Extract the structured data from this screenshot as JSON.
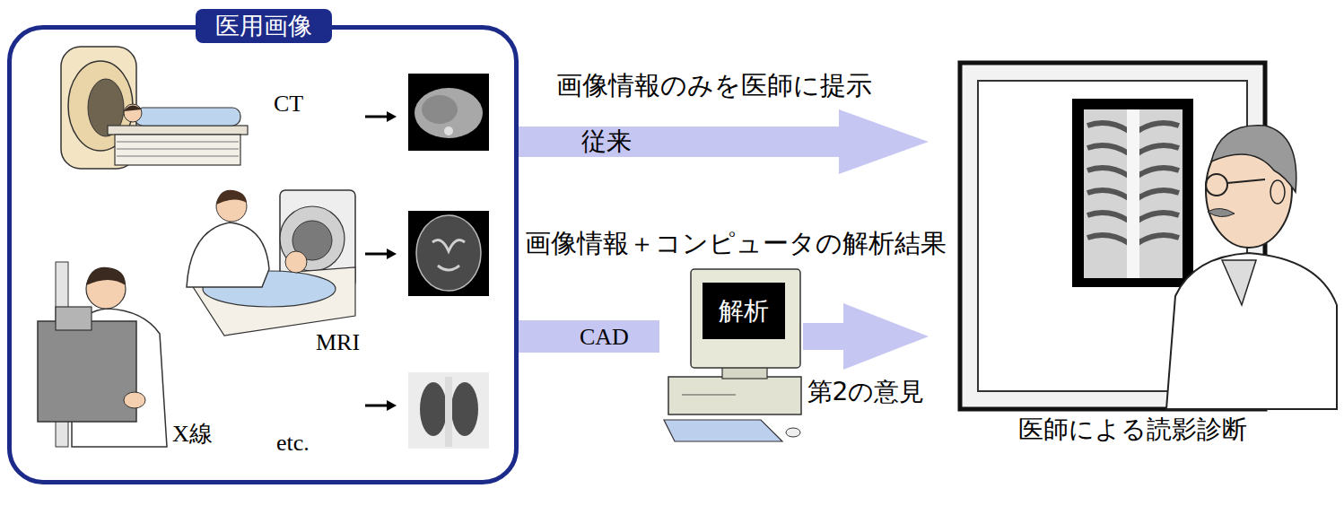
{
  "diagram": {
    "nodes": [
      {
        "text": [
          "医用画像"
        ]
      },
      {
        "text": [
          "解析"
        ]
      },
      {
        "text": [
          "医師による読影診断"
        ]
      }
    ],
    "edges": [
      {
        "from": 0,
        "to": 2,
        "arrow": "to",
        "label": "従来"
      },
      {
        "from": 0,
        "to": 1,
        "arrow": "none",
        "label": "CAD"
      },
      {
        "from": 1,
        "to": 2,
        "arrow": "to",
        "label": "第2の意見"
      }
    ],
    "labels": [
      "画像情報のみを医師に提示",
      "CT",
      "MRI",
      "X線",
      "etc.",
      "画像情報＋コンピュータの解析結果"
    ]
  }
}
